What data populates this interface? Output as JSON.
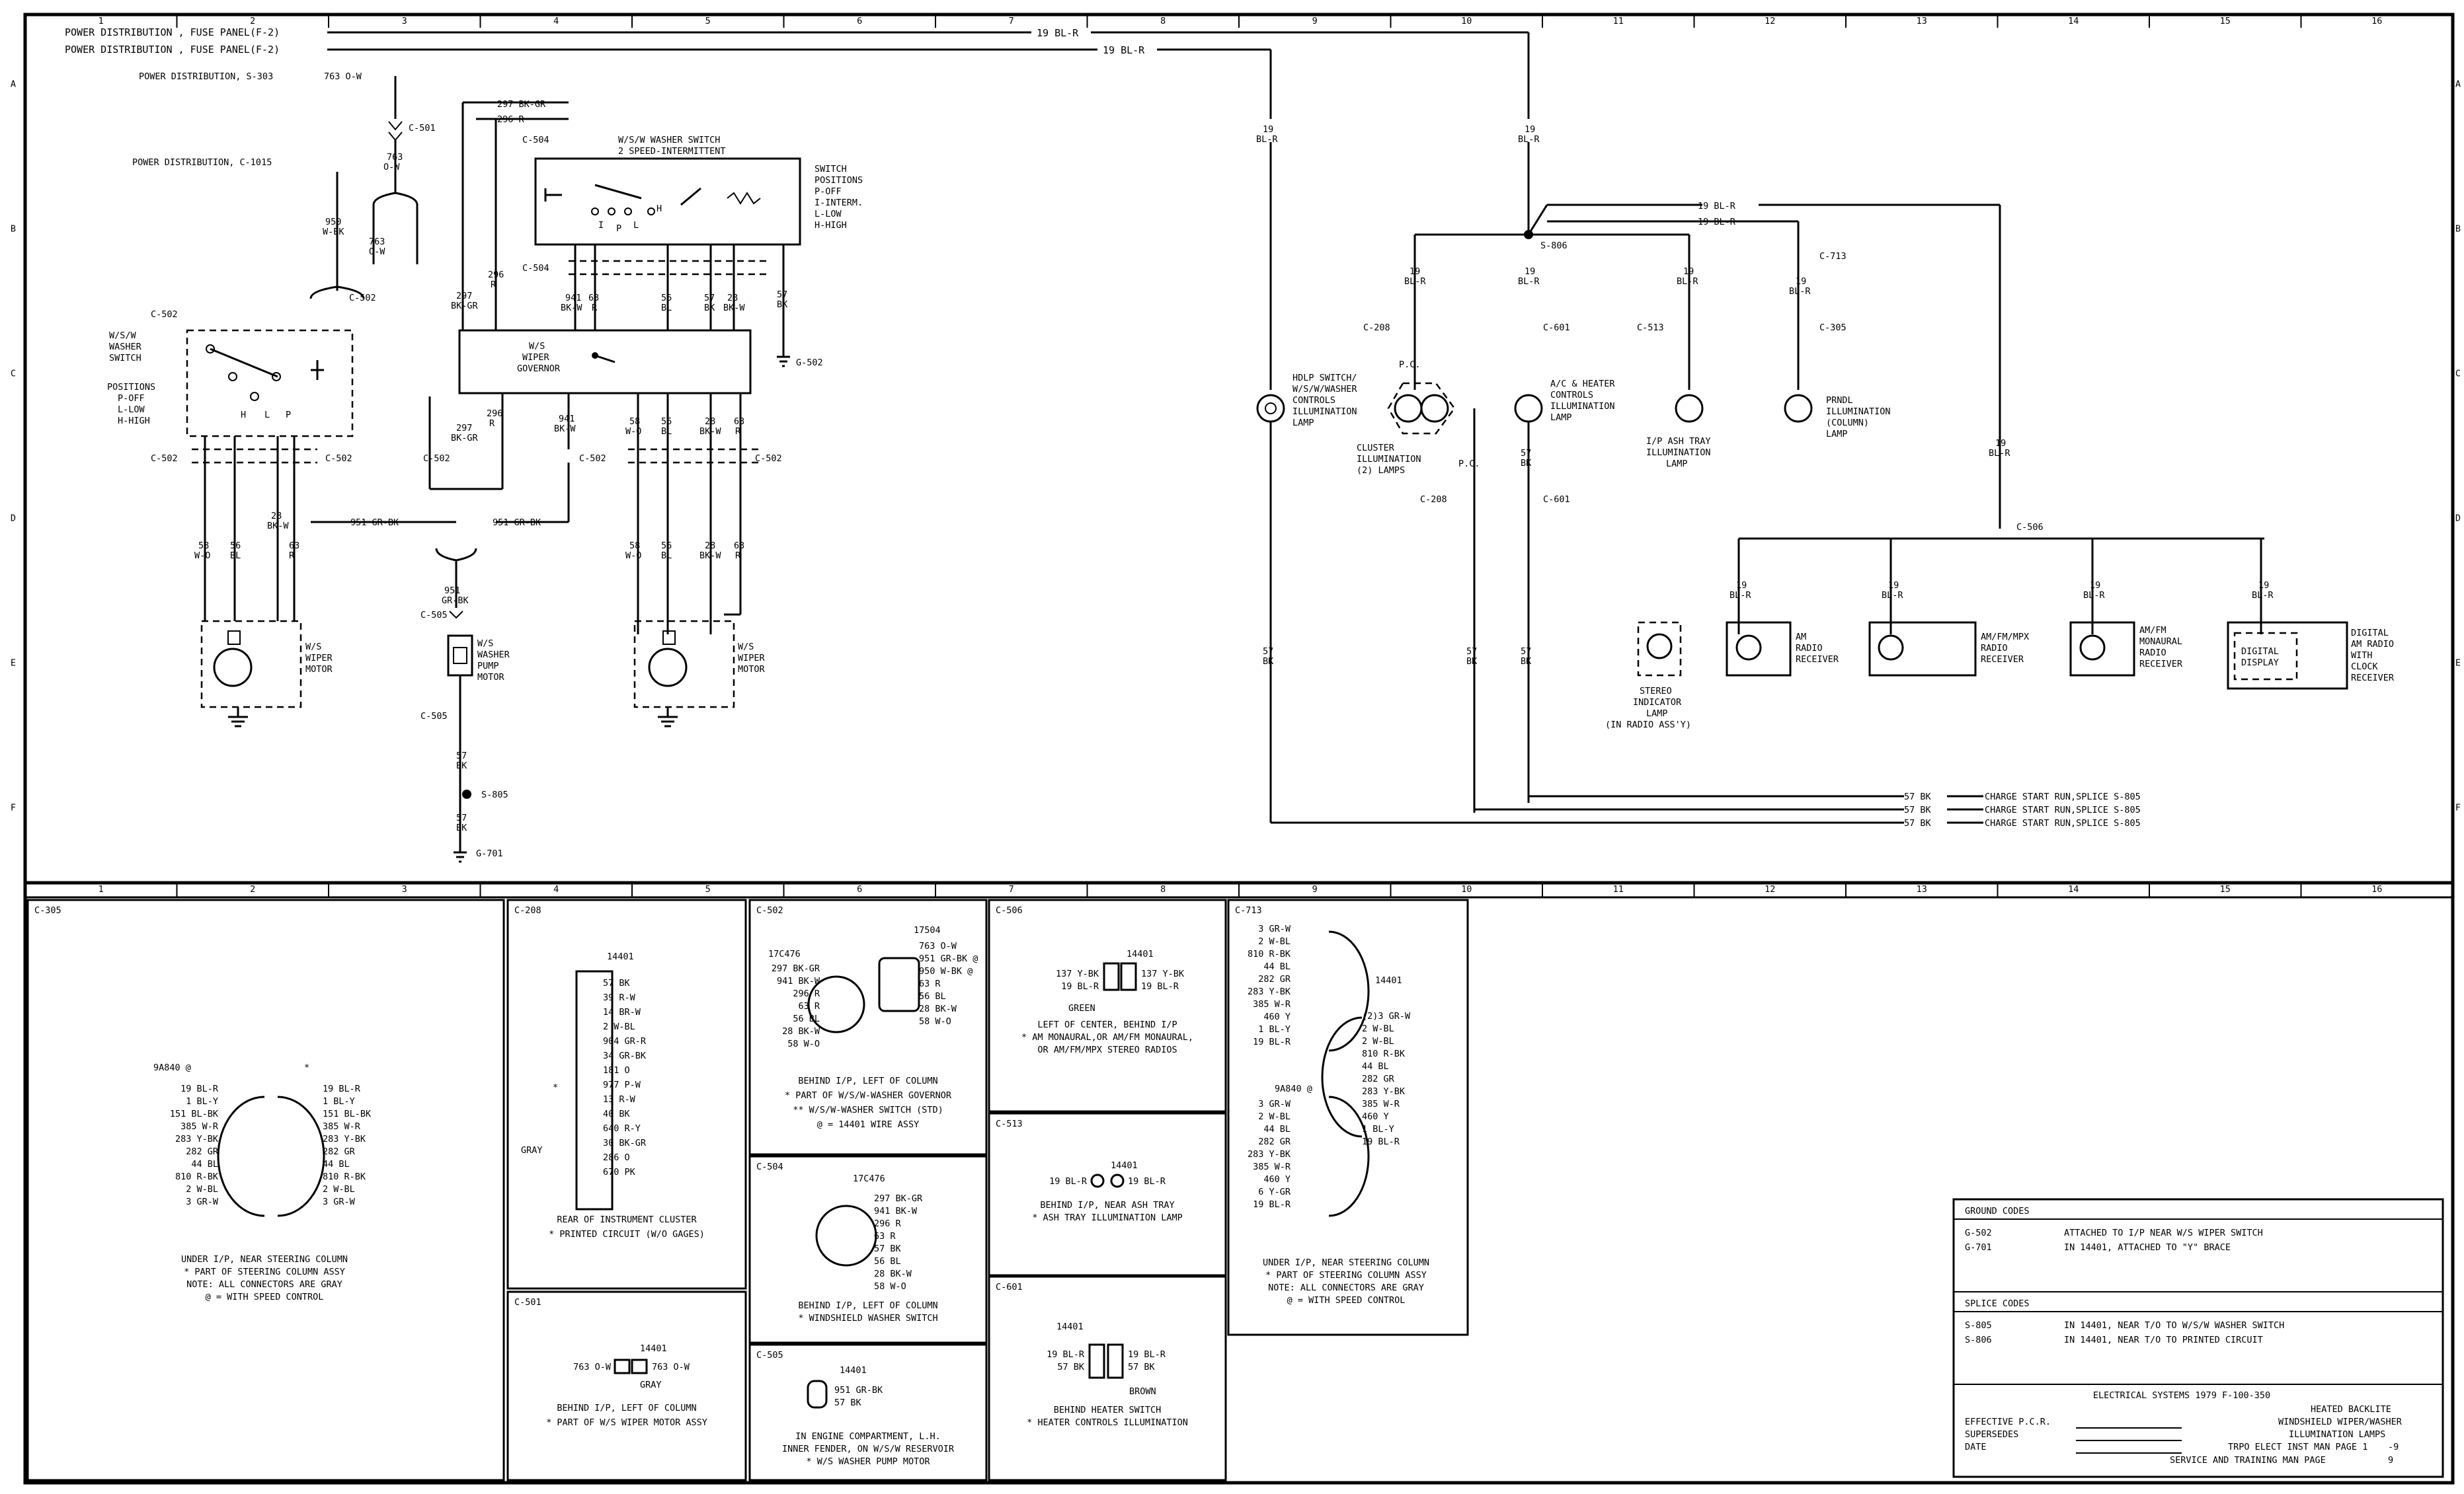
{
  "grid": {
    "columns": [
      "1",
      "2",
      "3",
      "4",
      "5",
      "6",
      "7",
      "8",
      "9",
      "10",
      "11",
      "12",
      "13",
      "14",
      "15",
      "16"
    ],
    "rows": [
      "A",
      "B",
      "C",
      "D",
      "E",
      "F"
    ]
  },
  "top": {
    "feed1": "POWER DISTRIBUTION , FUSE PANEL(F-2)",
    "feed2": "POWER DISTRIBUTION , FUSE PANEL(F-2)",
    "wire_19blr": "19 BL-R",
    "s303": "POWER DISTRIBUTION, S-303",
    "s303_wire": "763 O-W",
    "c1015": "POWER DISTRIBUTION, C-1015",
    "wire_297": "297 BK-GR",
    "wire_296": "296 R",
    "c501": "C-501",
    "c502": "C-502",
    "c504": "C-504",
    "c505": "C-505",
    "s805": "S-805",
    "g701": "G-701",
    "g502": "G-502",
    "c208": "C-208",
    "c601": "C-601",
    "c513": "C-513",
    "c713": "C-713",
    "c305": "C-305",
    "c506": "C-506",
    "s806": "S-806",
    "w_763": "763\nO-W",
    "w_950": "950\nW-BK",
    "w_296": "296\nR",
    "w_297": "297\nBK-GR",
    "w_941": "941\nBK-W",
    "w_63": "63\nR",
    "w_57": "57\nBK",
    "w_58": "58\nW-O",
    "w_56": "56\nBL",
    "w_28": "28\nBK-W",
    "w_951": "951 GR-BK",
    "w_951v": "951\nGR-BK",
    "w_19": "19\nBL-R",
    "w_57bk": "57 BK"
  },
  "components": {
    "wsw_switch": "W/S/W WASHER SWITCH\n2 SPEED-INTERMITTENT",
    "switch_positions": "SWITCH\nPOSITIONS\nP-OFF\nI-INTERM.\nL-LOW\nH-HIGH",
    "wsw_washer_switch": "W/S/W\nWASHER\nSWITCH",
    "positions": "POSITIONS\nP-OFF\nL-LOW\nH-HIGH",
    "ws_governor": "W/S\nWIPER\nGOVERNOR",
    "ws_wiper_motor": "W/S\nWIPER\nMOTOR",
    "ws_washer_pump": "W/S\nWASHER\nPUMP\nMOTOR",
    "hdlp_switch": "HDLP SWITCH/\nW/S/W/WASHER\nCONTROLS\nILLUMINATION\nLAMP",
    "cluster": "CLUSTER\nILLUMINATION\n(2) LAMPS",
    "pc": "P.C.",
    "ac_heater": "A/C & HEATER\nCONTROLS\nILLUMINATION\nLAMP",
    "ash_tray": "I/P ASH TRAY\nILLUMINATION\nLAMP",
    "prndl": "PRNDL\nILLUMINATION\n(COLUMN)\nLAMP",
    "stereo_lamp": "STEREO\nINDICATOR\nLAMP\n(IN RADIO ASS'Y)",
    "am_radio": "AM\nRADIO\nRECEIVER",
    "am_fm_mpx": "AM/FM/MPX\nRADIO\nRECEIVER",
    "am_fm_mono": "AM/FM\nMONAURAL\nRADIO\nRECEIVER",
    "digital_display": "DIGITAL\nDISPLAY",
    "digital_radio": "DIGITAL\nAM RADIO\nWITH\nCLOCK\nRECEIVER",
    "charge_start": "CHARGE START RUN,SPLICE S-805",
    "switch_marks": [
      "I",
      "P",
      "L",
      "H"
    ]
  },
  "details": {
    "c305": {
      "label": "C-305",
      "part_left": "9A840 @",
      "part_right": "*",
      "pins_left": [
        "19 BL-R",
        "1 BL-Y",
        "151 BL-BK",
        "385 W-R",
        "283 Y-BK",
        "282 GR",
        "44 BL",
        "810 R-BK",
        "2 W-BL",
        "3 GR-W"
      ],
      "pins_right": [
        "19 BL-R",
        "1 BL-Y",
        "151 BL-BK",
        "385 W-R",
        "283 Y-BK",
        "282 GR",
        "44 BL",
        "810 R-BK",
        "2 W-BL",
        "3 GR-W"
      ],
      "caption": "UNDER I/P, NEAR STEERING COLUMN\n* PART OF STEERING COLUMN ASSY\nNOTE: ALL CONNECTORS ARE GRAY\n@ = WITH SPEED CONTROL"
    },
    "c208": {
      "label": "C-208",
      "part": "14401",
      "pins": [
        "57 BK",
        "39 R-W",
        "14 BR-W",
        "2 W-BL",
        "904 GR-R",
        "34 GR-BK",
        "181 O",
        "977 P-W",
        "13 R-W",
        "40 BK",
        "640 R-Y",
        "30 BK-GR",
        "286 O",
        "670 PK"
      ],
      "gray": "GRAY",
      "star": "*",
      "caption": "REAR OF INSTRUMENT CLUSTER\n* PRINTED CIRCUIT (W/O GAGES)"
    },
    "c501": {
      "label": "C-501",
      "part": "14401",
      "left": "763 O-W",
      "right": "763 O-W",
      "gray": "GRAY",
      "caption": "BEHIND I/P, LEFT OF COLUMN\n* PART OF W/S WIPER MOTOR ASSY"
    },
    "c502": {
      "label": "C-502",
      "part_left": "17C476",
      "part_right": "17504",
      "marks": [
        "**",
        "*",
        "**"
      ],
      "pins_left": [
        "297 BK-GR",
        "941 BK-W",
        "296 R",
        "63 R",
        "56 BL",
        "28 BK-W",
        "58 W-O"
      ],
      "pins_right": [
        "763 O-W",
        "951 GR-BK @",
        "950 W-BK @",
        "63 R",
        "56 BL",
        "28 BK-W",
        "58 W-O"
      ],
      "caption": "BEHIND I/P, LEFT OF COLUMN\n* PART OF W/S/W-WASHER GOVERNOR\n** W/S/W-WASHER SWITCH (STD)\n@ = 14401 WIRE ASSY"
    },
    "c504": {
      "label": "C-504",
      "part": "17C476",
      "pins": [
        "297 BK-GR",
        "941 BK-W",
        "296 R",
        "63 R",
        "57 BK",
        "56 BL",
        "28 BK-W",
        "58 W-O"
      ],
      "caption": "BEHIND I/P, LEFT OF COLUMN\n* WINDSHIELD WASHER SWITCH"
    },
    "c505": {
      "label": "C-505",
      "part": "14401",
      "pins": [
        "951 GR-BK",
        "57 BK"
      ],
      "caption": "IN ENGINE COMPARTMENT, L.H.\nINNER FENDER, ON W/S/W RESERVOIR\n* W/S WASHER PUMP MOTOR"
    },
    "c506": {
      "label": "C-506",
      "part": "14401",
      "left": [
        "137 Y-BK",
        "19 BL-R"
      ],
      "right": [
        "137 Y-BK",
        "19 BL-R"
      ],
      "green": "GREEN",
      "caption": "LEFT OF CENTER, BEHIND I/P\n* AM MONAURAL,OR AM/FM MONAURAL,\nOR AM/FM/MPX STEREO RADIOS"
    },
    "c513": {
      "label": "C-513",
      "part": "14401",
      "left": "19 BL-R",
      "right": "19 BL-R",
      "caption": "BEHIND I/P, NEAR ASH TRAY\n* ASH TRAY ILLUMINATION LAMP"
    },
    "c601": {
      "label": "C-601",
      "part": "14401",
      "left": [
        "19 BL-R",
        "57 BK"
      ],
      "right": [
        "19 BL-R",
        "57 BK"
      ],
      "brown": "BROWN",
      "caption": "BEHIND HEATER SWITCH\n* HEATER CONTROLS ILLUMINATION"
    },
    "c713": {
      "label": "C-713",
      "part": "14401",
      "part2": "9A840 @",
      "pins_top_left": [
        "3 GR-W",
        "2 W-BL",
        "810 R-BK",
        "44 BL",
        "282 GR",
        "283 Y-BK",
        "385 W-R",
        "460 Y",
        "1 BL-Y",
        "19 BL-R"
      ],
      "pins_right": [
        "(2)3 GR-W",
        "2 W-BL",
        "2 W-BL",
        "810 R-BK",
        "44 BL",
        "282 GR",
        "283 Y-BK",
        "385 W-R",
        "460 Y",
        "1 BL-Y",
        "19 BL-R"
      ],
      "pins_bottom_left": [
        "3 GR-W",
        "2 W-BL",
        "44 BL",
        "282 GR",
        "283 Y-BK",
        "385 W-R",
        "460 Y",
        "6 Y-GR",
        "19 BL-R"
      ],
      "caption": "UNDER I/P, NEAR STEERING COLUMN\n* PART OF STEERING COLUMN ASSY\nNOTE: ALL CONNECTORS ARE GRAY\n@ = WITH SPEED CONTROL"
    }
  },
  "codes": {
    "ground_title": "GROUND CODES",
    "ground": [
      {
        "code": "G-502",
        "desc": "ATTACHED TO I/P NEAR W/S WIPER SWITCH"
      },
      {
        "code": "G-701",
        "desc": "IN 14401, ATTACHED TO \"Y\" BRACE"
      }
    ],
    "splice_title": "SPLICE CODES",
    "splice": [
      {
        "code": "S-805",
        "desc": "IN 14401, NEAR T/O TO W/S/W WASHER SWITCH"
      },
      {
        "code": "S-806",
        "desc": "IN 14401, NEAR T/O TO PRINTED CIRCUIT"
      }
    ]
  },
  "title_block": {
    "system": "ELECTRICAL SYSTEMS 1979 F-100-350",
    "subjects": [
      "HEATED BACKLITE",
      "WINDSHIELD WIPER/WASHER",
      "ILLUMINATION LAMPS"
    ],
    "effective": "EFFECTIVE P.C.R.",
    "supersedes": "SUPERSEDES",
    "date": "DATE",
    "trpo": "TRPO ELECT INST MAN PAGE 1",
    "trpo_page": "-9",
    "service": "SERVICE AND TRAINING MAN PAGE",
    "service_page": "9"
  }
}
